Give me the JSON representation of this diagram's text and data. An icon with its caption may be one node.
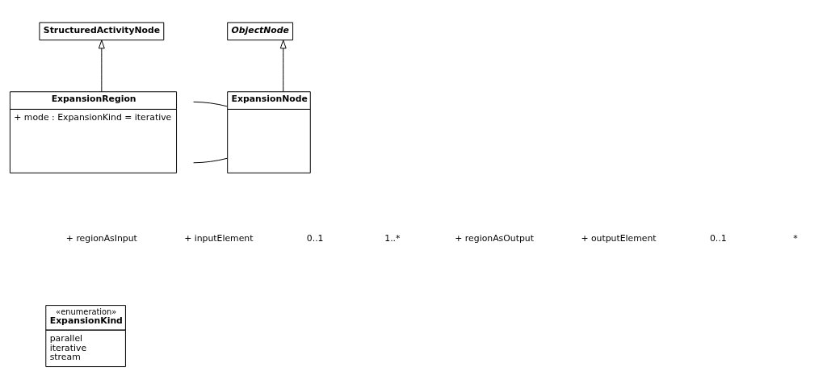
{
  "diagram": {
    "nodes": [
      {
        "text": [
          "StructuredActivityNode"
        ]
      },
      {
        "text": [
          "ObjectNode"
        ]
      },
      {
        "text": [
          "ExpansionRegion",
          "+ mode : ExpansionKind = iterative"
        ]
      },
      {
        "text": [
          "ExpansionNode"
        ]
      },
      {
        "text": [
          "«enumeration»",
          "ExpansionKind",
          "parallel",
          "iterative",
          "stream"
        ]
      }
    ],
    "edges": [
      {
        "from": 2,
        "to": 0,
        "arrow": "to"
      },
      {
        "from": 3,
        "to": 1,
        "arrow": "to"
      },
      {
        "from": 2,
        "to": 3,
        "arrow": "none"
      },
      {
        "from": 2,
        "to": 3,
        "arrow": "none"
      }
    ],
    "labels": [
      "+ regionAsInput",
      "+ inputElement",
      "0..1",
      "1..*",
      "+ regionAsOutput",
      "+ outputElement",
      "0..1",
      "*"
    ]
  }
}
